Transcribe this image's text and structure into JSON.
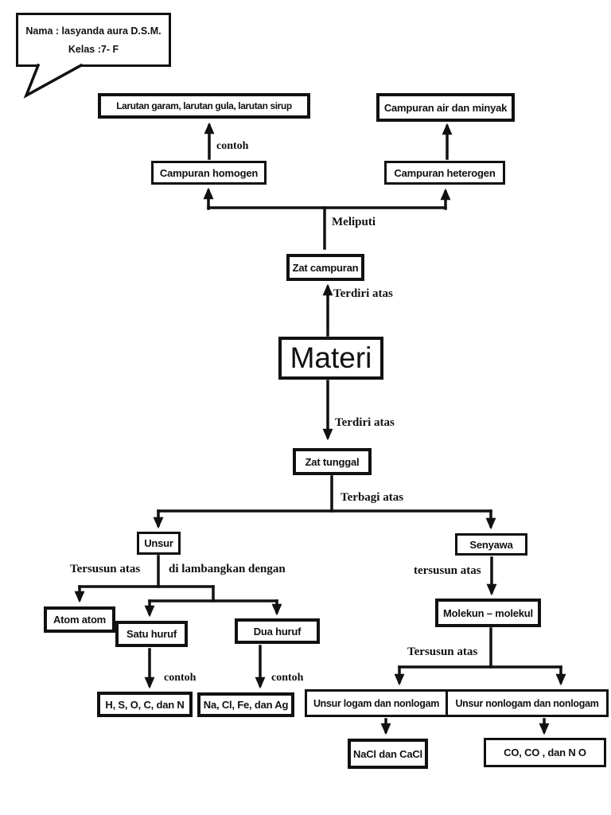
{
  "note_bubble": {
    "line1": "Nama : lasyanda aura D.S.M.",
    "line2": "Kelas :7- F"
  },
  "nodes": {
    "larutan": "Larutan garam, larutan gula, larutan sirup",
    "campuran_air": "Campuran air dan minyak",
    "campuran_homogen": "Campuran homogen",
    "campuran_heterogen": "Campuran heterogen",
    "zat_campuran": "Zat campuran",
    "materi": "Materi",
    "zat_tunggal": "Zat tunggal",
    "unsur": "Unsur",
    "senyawa": "Senyawa",
    "atom_atom": "Atom atom",
    "satu_huruf": "Satu huruf",
    "dua_huruf": "Dua huruf",
    "contoh_satu_box": "H, S, O, C, dan N",
    "contoh_dua_box": "Na, Cl, Fe, dan Ag",
    "molekul": "Molekun – molekul",
    "unsur_logam": "Unsur logam dan nonlogam",
    "unsur_nonlogam": "Unsur nonlogam dan nonlogam",
    "nacl": "NaCl dan CaCl",
    "co": "CO, CO , dan N O"
  },
  "edge_labels": {
    "contoh_homogen": "contoh",
    "meliputi": "Meliputi",
    "terdiri_atas_up": "Terdiri atas",
    "terdiri_atas_down": "Terdiri atas",
    "terbagi_atas": "Terbagi atas",
    "tersusun_atas_unsur": "Tersusun atas",
    "dilambangkan": "di lambangkan dengan",
    "contoh_satu": "contoh",
    "contoh_dua": "contoh",
    "tersusun_atas_senyawa": "tersusun atas",
    "tersusun_atas_molekul": "Tersusun atas"
  },
  "colors": {
    "ink": "#111111",
    "background": "#ffffff"
  }
}
